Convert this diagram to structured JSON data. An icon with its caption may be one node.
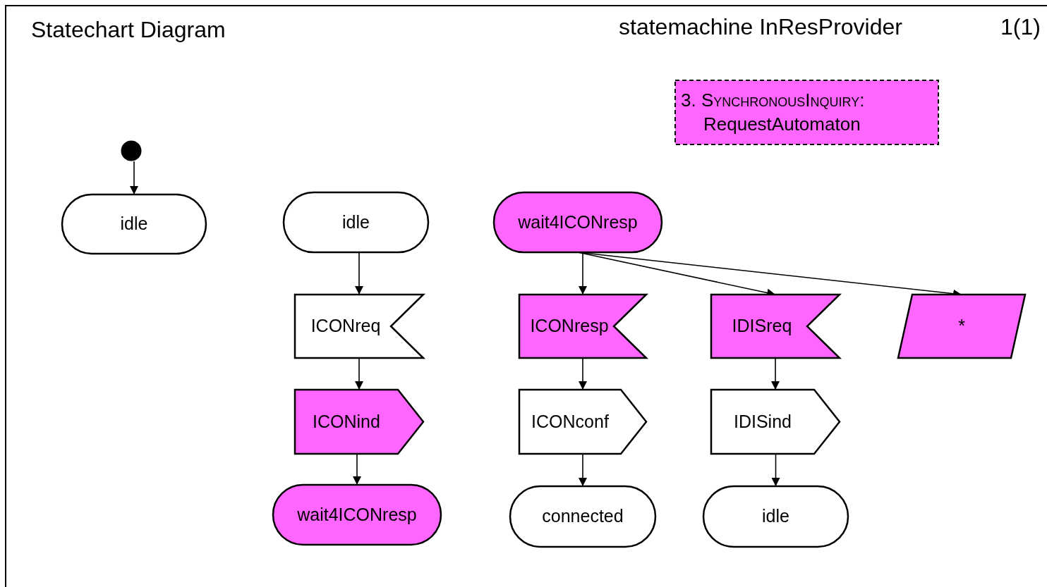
{
  "diagram": {
    "title": "Statechart Diagram",
    "nodes": [
      {
        "text": [],
        "shape": "circle"
      },
      {
        "text": [
          "idle"
        ]
      },
      {
        "text": [
          "idle"
        ]
      },
      {
        "text": [
          "ICONreq"
        ]
      },
      {
        "text": [
          "ICONind"
        ]
      },
      {
        "text": [
          "wait4ICONresp"
        ]
      },
      {
        "text": [
          "wait4ICONresp"
        ]
      },
      {
        "text": [
          "ICONresp"
        ]
      },
      {
        "text": [
          "ICONconf"
        ]
      },
      {
        "text": [
          "connected"
        ]
      },
      {
        "text": [
          "IDISreq"
        ]
      },
      {
        "text": [
          "IDISind"
        ]
      },
      {
        "text": [
          "idle"
        ]
      },
      {
        "text": [
          "*"
        ]
      },
      {
        "text": [
          "3. SynchronousInquiry:",
          "RequestAutomaton"
        ]
      }
    ],
    "edges": [
      {
        "from": 0,
        "to": 1,
        "arrow": "to"
      },
      {
        "from": 2,
        "to": 3,
        "arrow": "to"
      },
      {
        "from": 3,
        "to": 4,
        "arrow": "to"
      },
      {
        "from": 4,
        "to": 5,
        "arrow": "to"
      },
      {
        "from": 6,
        "to": 7,
        "arrow": "to"
      },
      {
        "from": 6,
        "to": 10,
        "arrow": "to"
      },
      {
        "from": 6,
        "to": 13,
        "arrow": "to"
      },
      {
        "from": 7,
        "to": 8,
        "arrow": "to"
      },
      {
        "from": 8,
        "to": 9,
        "arrow": "to"
      },
      {
        "from": 10,
        "to": 11,
        "arrow": "to"
      },
      {
        "from": 11,
        "to": 12,
        "arrow": "to"
      }
    ],
    "labels": [
      "statemachine InResProvider",
      "1(1)"
    ]
  }
}
